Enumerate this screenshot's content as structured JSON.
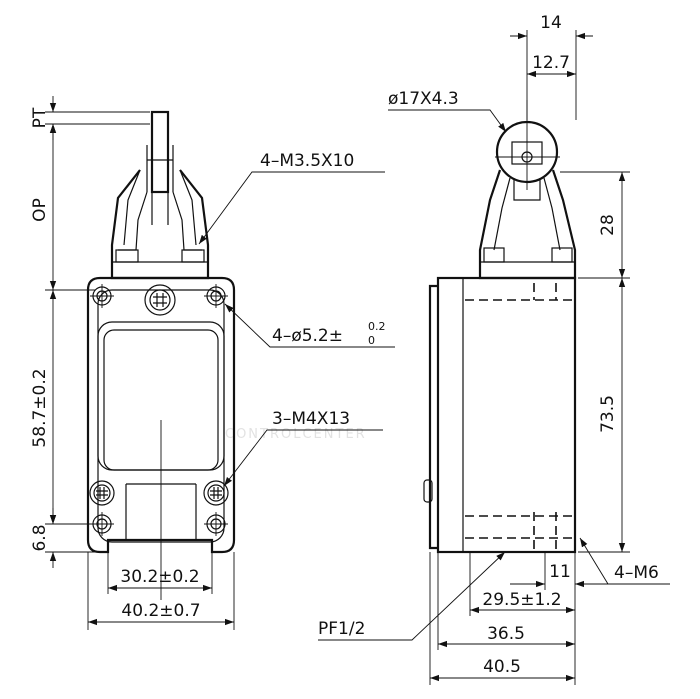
{
  "watermark": "CONTROLCENTER",
  "front_view": {
    "dim_pt": "PT",
    "dim_op": "OP",
    "dim_height": "58.7±0.2",
    "dim_bottom": "6.8",
    "dim_inner_width": "30.2±0.2",
    "dim_outer_width": "40.2±0.7",
    "callout_cover_screws": "4–M3.5X10",
    "callout_mount_holes": "4–ø5.2±",
    "callout_mount_holes_tol_upper": "0.2",
    "callout_mount_holes_tol_lower": "0",
    "callout_terminal_screws": "3–M4X13"
  },
  "side_view": {
    "dim_14": "14",
    "dim_12_7": "12.7",
    "callout_roller": "ø17X4.3",
    "dim_28": "28",
    "dim_73_5": "73.5",
    "dim_11": "11",
    "dim_29_5": "29.5±1.2",
    "dim_36_5": "36.5",
    "dim_40_5": "40.5",
    "callout_mount_thread": "4–M6",
    "callout_conduit": "PF1/2"
  }
}
